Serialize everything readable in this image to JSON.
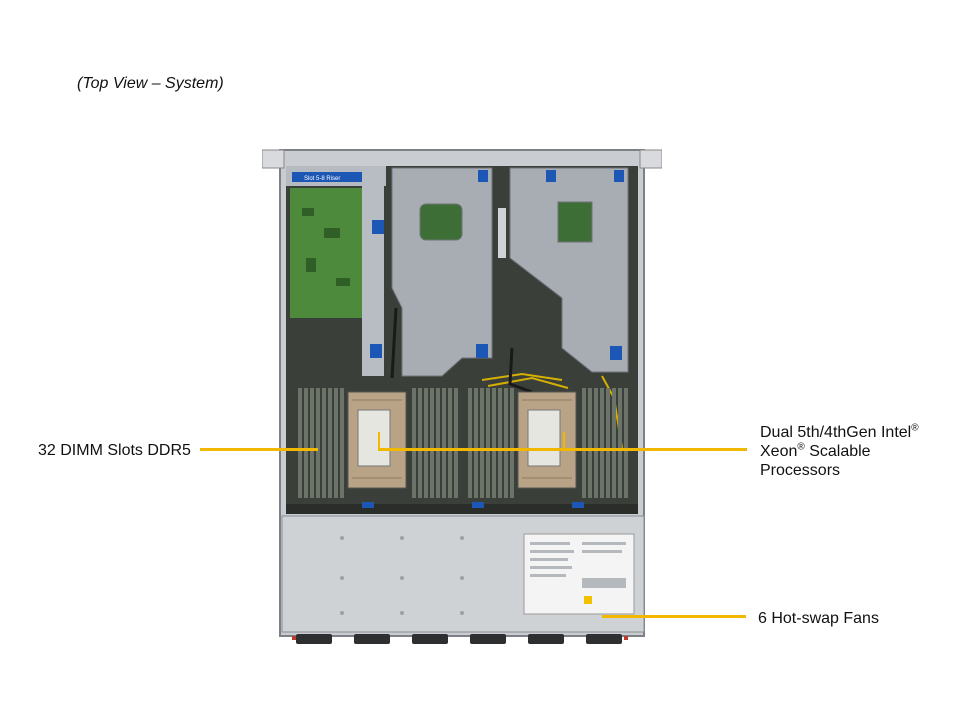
{
  "caption": "(Top View – System)",
  "labels": {
    "dimm": "32 DIMM Slots DDR5",
    "cpu_line1_pre": "Dual 5th/4thGen  Intel",
    "cpu_line2_pre": "Xeon",
    "cpu_line2_post": " Scalable",
    "cpu_line3": "Processors",
    "registered_mark": "®",
    "fans": "6 Hot-swap  Fans"
  },
  "photo": {
    "riser_label": "Slot 5-8 Riser"
  },
  "colors": {
    "leader": "#f2b800",
    "chassis": "#c9ccd0",
    "board": "#3b3f3a",
    "pcb_green": "#4e8a3c",
    "shroud": "#a8adb3",
    "accent_blue": "#1d57b5"
  }
}
